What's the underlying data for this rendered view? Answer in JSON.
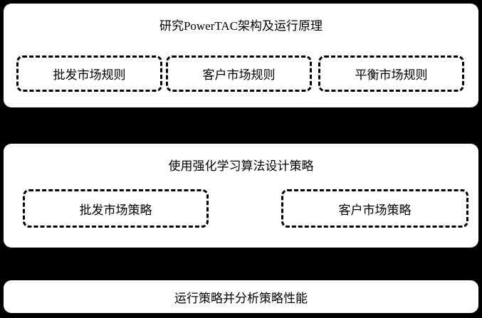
{
  "colors": {
    "background": "#000000",
    "panel_fill": "#ffffff",
    "text": "#000000",
    "dashed_border": "#000000"
  },
  "sections": [
    {
      "title": "研究PowerTAC架构及运行原理",
      "items": [
        {
          "label": "批发市场规则"
        },
        {
          "label": "客户市场规则"
        },
        {
          "label": "平衡市场规则"
        }
      ]
    },
    {
      "title": "使用强化学习算法设计策略",
      "items": [
        {
          "label": "批发市场策略"
        },
        {
          "label": "客户市场策略"
        }
      ]
    },
    {
      "title": "运行策略并分析策略性能",
      "items": []
    }
  ]
}
